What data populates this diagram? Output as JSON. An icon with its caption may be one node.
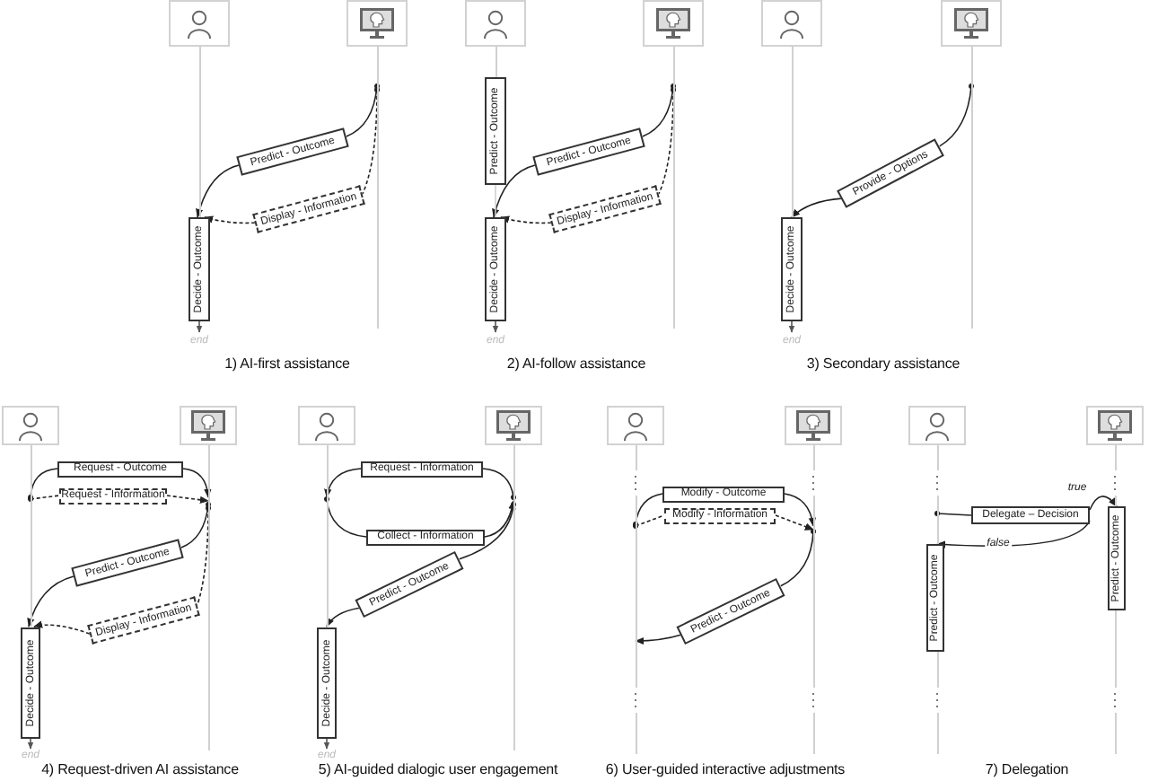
{
  "diagram": {
    "nodes": [
      {
        "text": [],
        "shape": "person"
      },
      {
        "text": [],
        "shape": "computer"
      },
      {
        "text": [
          "Predict - Outcome"
        ]
      },
      {
        "text": [
          "Display - Information"
        ]
      },
      {
        "text": [
          "Decide - Outcome"
        ]
      },
      {
        "text": [],
        "shape": "person"
      },
      {
        "text": [],
        "shape": "computer"
      },
      {
        "text": [
          "Predict - Outcome"
        ]
      },
      {
        "text": [
          "Predict - Outcome"
        ]
      },
      {
        "text": [
          "Display - Information"
        ]
      },
      {
        "text": [
          "Decide - Outcome"
        ]
      },
      {
        "text": [],
        "shape": "person"
      },
      {
        "text": [],
        "shape": "computer"
      },
      {
        "text": [
          "Provide - Options"
        ]
      },
      {
        "text": [
          "Decide - Outcome"
        ]
      },
      {
        "text": [],
        "shape": "person"
      },
      {
        "text": [],
        "shape": "computer"
      },
      {
        "text": [
          "Request - Outcome"
        ]
      },
      {
        "text": [
          "Request - Information"
        ]
      },
      {
        "text": [
          "Predict - Outcome"
        ]
      },
      {
        "text": [
          "Display - Information"
        ]
      },
      {
        "text": [
          "Decide - Outcome"
        ]
      },
      {
        "text": [],
        "shape": "person"
      },
      {
        "text": [],
        "shape": "computer"
      },
      {
        "text": [
          "Request - Information"
        ]
      },
      {
        "text": [
          "Collect - Information"
        ]
      },
      {
        "text": [
          "Predict - Outcome"
        ]
      },
      {
        "text": [
          "Decide - Outcome"
        ]
      },
      {
        "text": [],
        "shape": "person"
      },
      {
        "text": [],
        "shape": "computer"
      },
      {
        "text": [
          "Modify - Outcome"
        ]
      },
      {
        "text": [
          "Modify - Information"
        ]
      },
      {
        "text": [
          "Predict - Outcome"
        ]
      },
      {
        "text": [],
        "shape": "person"
      },
      {
        "text": [],
        "shape": "computer"
      },
      {
        "text": [
          "Delegate – Decision"
        ]
      },
      {
        "text": [
          "Predict - Outcome"
        ]
      },
      {
        "text": [
          "Predict - Outcome"
        ]
      },
      {
        "text": [],
        "shape": "line"
      },
      {
        "text": [],
        "shape": "line"
      },
      {
        "text": [],
        "shape": "line"
      },
      {
        "text": [],
        "shape": "line"
      },
      {
        "text": [],
        "shape": "line"
      },
      {
        "text": [],
        "shape": "line"
      },
      {
        "text": [],
        "shape": "line"
      },
      {
        "text": [],
        "shape": "line"
      },
      {
        "text": [],
        "shape": "line"
      },
      {
        "text": [],
        "shape": "line"
      },
      {
        "text": [],
        "shape": "line"
      },
      {
        "text": [],
        "shape": "line"
      },
      {
        "text": [],
        "shape": "line"
      },
      {
        "text": [],
        "shape": "line"
      }
    ],
    "edges": [
      {
        "from": 39,
        "to": 2,
        "arrow": "other"
      },
      {
        "from": 2,
        "to": 4,
        "arrow": "to"
      },
      {
        "from": 39,
        "to": 3,
        "arrow": "other",
        "style": "dashed"
      },
      {
        "from": 3,
        "to": 4,
        "arrow": "to",
        "style": "dashed"
      },
      {
        "from": 41,
        "to": 8,
        "arrow": "other"
      },
      {
        "from": 8,
        "to": 10,
        "arrow": "to"
      },
      {
        "from": 41,
        "to": 9,
        "arrow": "other",
        "style": "dashed"
      },
      {
        "from": 9,
        "to": 10,
        "arrow": "to",
        "style": "dashed"
      },
      {
        "from": 43,
        "to": 13,
        "arrow": "other"
      },
      {
        "from": 13,
        "to": 14,
        "arrow": "to"
      },
      {
        "from": 44,
        "to": 17,
        "arrow": "other"
      },
      {
        "from": 17,
        "to": 45,
        "arrow": "to"
      },
      {
        "from": 44,
        "to": 18,
        "arrow": "other",
        "style": "dashed"
      },
      {
        "from": 18,
        "to": 45,
        "arrow": "to",
        "style": "dashed"
      },
      {
        "from": 45,
        "to": 19,
        "arrow": "other"
      },
      {
        "from": 19,
        "to": 21,
        "arrow": "to"
      },
      {
        "from": 45,
        "to": 20,
        "arrow": "other",
        "style": "dashed"
      },
      {
        "from": 20,
        "to": 21,
        "arrow": "to",
        "style": "dashed"
      },
      {
        "from": 47,
        "to": 24,
        "arrow": "other"
      },
      {
        "from": 24,
        "to": 46,
        "arrow": "to"
      },
      {
        "from": 46,
        "to": 25,
        "arrow": "other"
      },
      {
        "from": 25,
        "to": 47,
        "arrow": "to"
      },
      {
        "from": 47,
        "to": 26,
        "arrow": "other"
      },
      {
        "from": 26,
        "to": 27,
        "arrow": "to"
      },
      {
        "from": 48,
        "to": 30,
        "arrow": "other"
      },
      {
        "from": 30,
        "to": 49,
        "arrow": "to"
      },
      {
        "from": 48,
        "to": 31,
        "arrow": "other",
        "style": "dashed"
      },
      {
        "from": 31,
        "to": 49,
        "arrow": "to",
        "style": "dashed"
      },
      {
        "from": 49,
        "to": 32,
        "arrow": "other"
      },
      {
        "from": 32,
        "to": 48,
        "arrow": "to"
      },
      {
        "from": 50,
        "to": 35,
        "arrow": "other"
      },
      {
        "from": 35,
        "to": 37,
        "arrow": "to",
        "label": "true"
      },
      {
        "from": 35,
        "to": 36,
        "arrow": "to",
        "label": "false"
      },
      {
        "from": 7,
        "to": 10,
        "arrow": "none",
        "color": "#d0d0d0"
      }
    ],
    "labels": [
      "end",
      "end",
      "end",
      "1) AI-first assistance",
      "2) AI-follow assistance",
      "3) Secondary assistance",
      "end",
      "end",
      "4) Request-driven AI assistance",
      "5) AI-guided dialogic user engagement",
      "6) User-guided interactive adjustments",
      "7) Delegation"
    ]
  }
}
